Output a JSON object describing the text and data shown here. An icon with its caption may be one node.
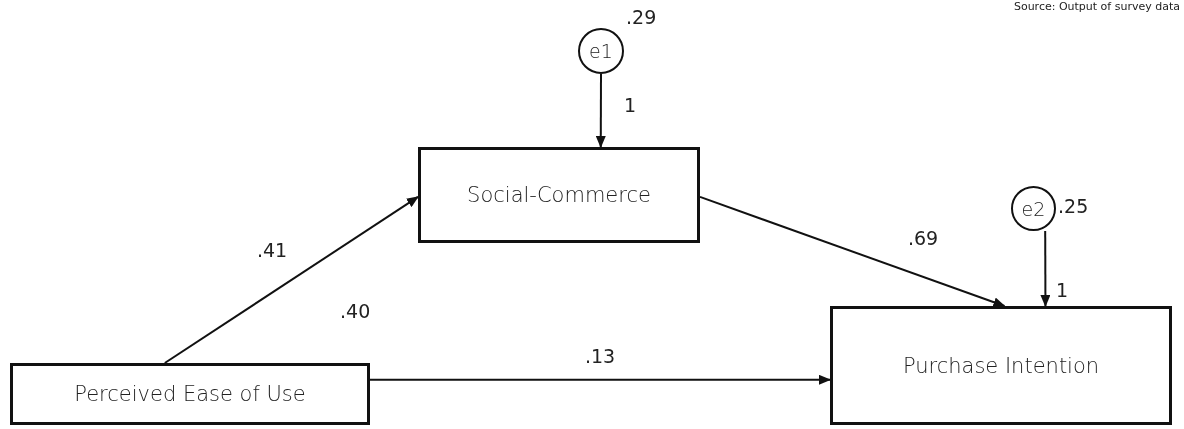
{
  "diagram": {
    "nodes": [
      {
        "text": [
          "e1"
        ],
        "beside": [
          ".29"
        ]
      },
      {
        "text": [
          "Social-Commerce"
        ]
      },
      {
        "text": [
          "e2"
        ],
        "beside": [
          ".25"
        ]
      },
      {
        "text": [
          "Perceived Ease of Use"
        ],
        "beside": [
          ".40"
        ]
      },
      {
        "text": [
          "Purchase Intention"
        ]
      }
    ],
    "edges": [
      {
        "from": 0,
        "to": 1,
        "arrow": "to",
        "label": "1"
      },
      {
        "from": 3,
        "to": 1,
        "arrow": "to",
        "label": ".41"
      },
      {
        "from": 1,
        "to": 4,
        "arrow": "to",
        "label": ".69"
      },
      {
        "from": 2,
        "to": 4,
        "arrow": "to",
        "label": "1"
      },
      {
        "from": 3,
        "to": 4,
        "arrow": "to",
        "label": ".13"
      }
    ],
    "labels": [
      "Source: Output of survey data"
    ]
  }
}
